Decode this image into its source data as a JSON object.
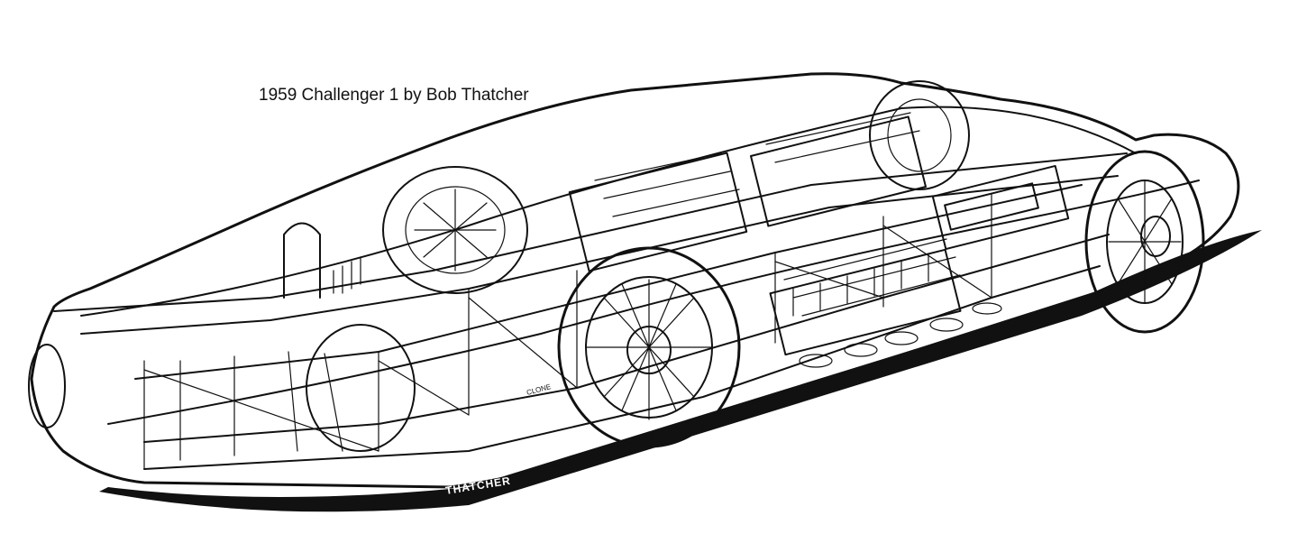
{
  "caption": "1959 Challenger 1 by Bob Thatcher",
  "signature": "THATCHER",
  "tire_text": "CLONE",
  "colors": {
    "ink": "#111111",
    "paper": "#ffffff"
  }
}
